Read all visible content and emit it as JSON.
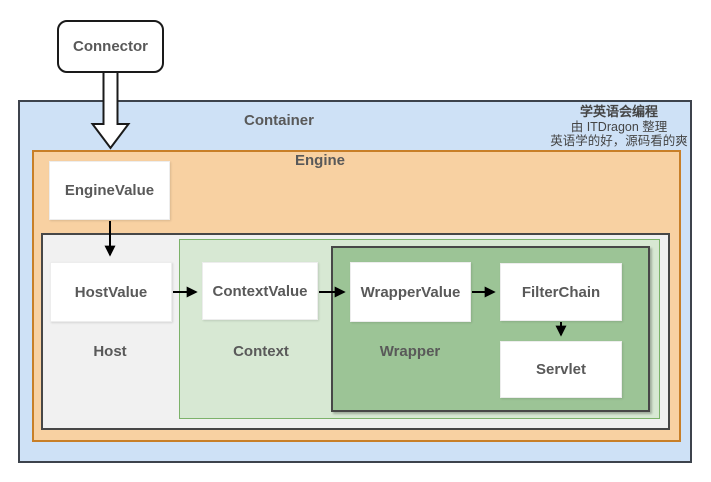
{
  "nodes": {
    "connector": "Connector",
    "container": "Container",
    "engine": "Engine",
    "engine_value": "EngineValue",
    "host": "Host",
    "host_value": "HostValue",
    "context": "Context",
    "context_value": "ContextValue",
    "wrapper": "Wrapper",
    "wrapper_value": "WrapperValue",
    "filter_chain": "FilterChain",
    "servlet": "Servlet"
  },
  "watermark": {
    "line1": "学英语会编程",
    "line2": "由 ITDragon 整理",
    "line3": "英语学的好，源码看的爽"
  },
  "edges": [
    {
      "from": "Connector",
      "to": "Engine",
      "style": "block-arrow"
    },
    {
      "from": "EngineValue",
      "to": "HostValue",
      "style": "solid-arrow"
    },
    {
      "from": "HostValue",
      "to": "ContextValue",
      "style": "solid-arrow"
    },
    {
      "from": "ContextValue",
      "to": "WrapperValue",
      "style": "solid-arrow"
    },
    {
      "from": "WrapperValue",
      "to": "FilterChain",
      "style": "solid-arrow"
    },
    {
      "from": "FilterChain",
      "to": "Servlet",
      "style": "solid-arrow"
    }
  ],
  "colors": {
    "container_fill": "#cee1f6",
    "container_border": "#3d434c",
    "engine_fill": "#f8d1a2",
    "engine_border": "#c87f28",
    "host_fill": "#f1f1f1",
    "host_border": "#474747",
    "context_fill": "#d7e8d3",
    "context_border": "#7cb26a",
    "wrapper_fill": "#9cc496",
    "wrapper_border": "#474747",
    "node_fill": "#ffffff",
    "label_text": "#595959",
    "watermark_text": "#454545",
    "arrow": "#000000"
  }
}
